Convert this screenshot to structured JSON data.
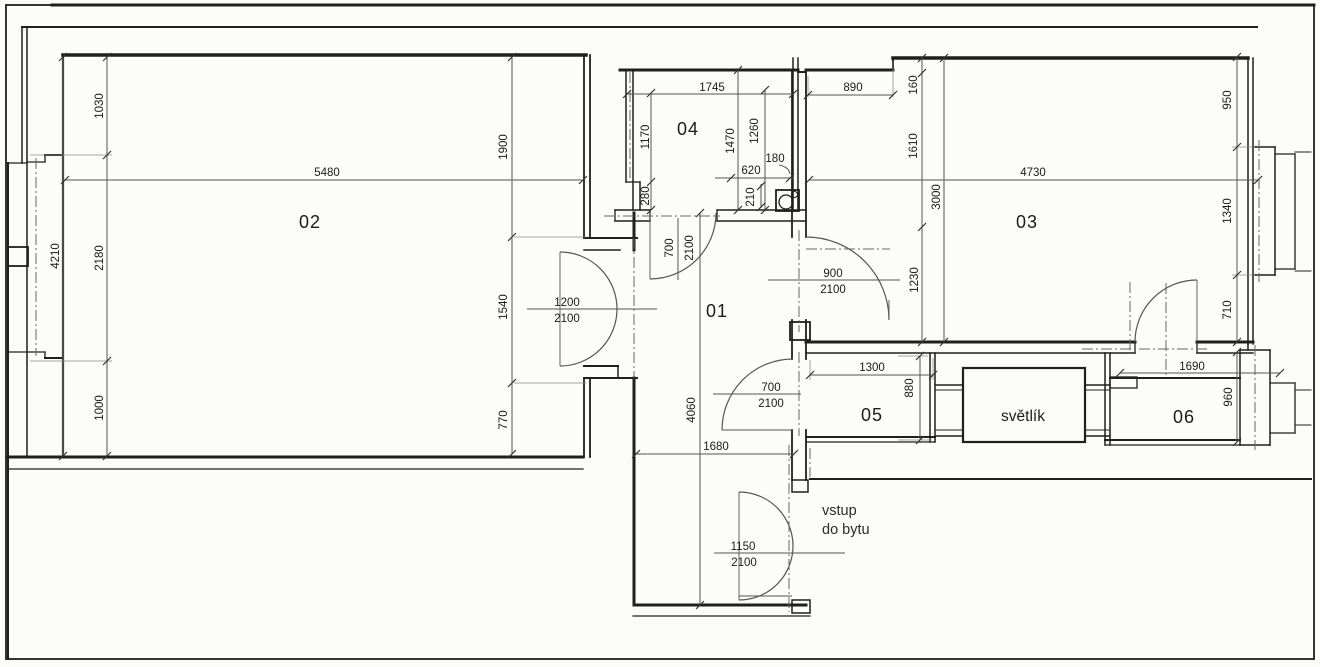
{
  "colors": {
    "background": "#fcfcfa",
    "wall": "#1f1f1f",
    "dimension": "#555555",
    "text": "#1b1b1b"
  },
  "rooms": {
    "r01": "01",
    "r02": "02",
    "r03": "03",
    "r04": "04",
    "r05": "05",
    "r06": "06",
    "svetlik": "světlík"
  },
  "entrance_note": {
    "line1": "vstup",
    "line2": "do bytu"
  },
  "doors": {
    "door02": {
      "w": "1200",
      "h": "2100"
    },
    "door04": {
      "w": "700",
      "h": "2100"
    },
    "door03": {
      "w": "900",
      "h": "2100"
    },
    "door05": {
      "w": "700",
      "h": "2100"
    },
    "entrance": {
      "w": "1150",
      "h": "2100"
    }
  },
  "dims": {
    "d1030": "1030",
    "d2180": "2180",
    "d1000": "1000",
    "d4210": "4210",
    "d5480": "5480",
    "d1900": "1900",
    "d1540": "1540",
    "d770": "770",
    "d1745": "1745",
    "d1170": "1170",
    "d280": "280",
    "d1470": "1470",
    "d1260": "1260",
    "d620": "620",
    "d180": "180",
    "d210": "210",
    "d890": "890",
    "d160": "160",
    "d1610": "1610",
    "d3000": "3000",
    "d1230": "1230",
    "d4730": "4730",
    "d950": "950",
    "d1340": "1340",
    "d710": "710",
    "d1300": "1300",
    "d880": "880",
    "d1680": "1680",
    "d4060": "4060",
    "d1690": "1690",
    "d960": "960"
  }
}
